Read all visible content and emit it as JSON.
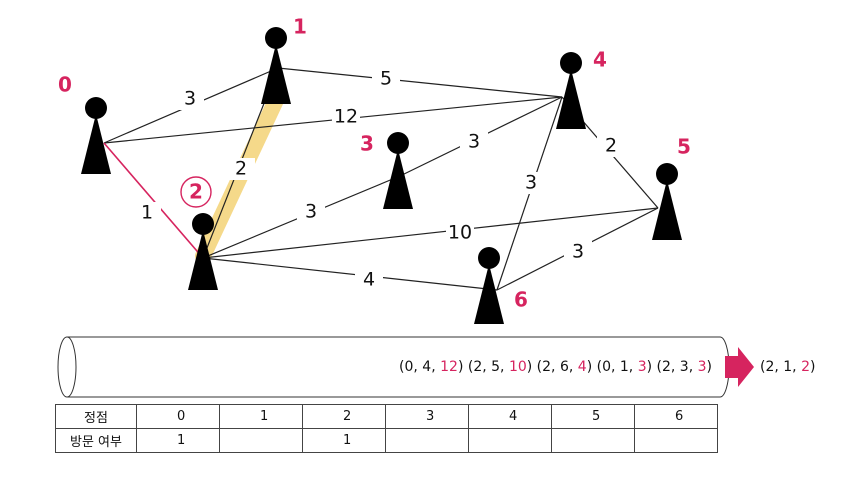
{
  "vertices": [
    {
      "id": "0",
      "label": "0"
    },
    {
      "id": "1",
      "label": "1"
    },
    {
      "id": "2",
      "label": "2"
    },
    {
      "id": "3",
      "label": "3"
    },
    {
      "id": "4",
      "label": "4"
    },
    {
      "id": "5",
      "label": "5"
    },
    {
      "id": "6",
      "label": "6"
    }
  ],
  "edges": [
    {
      "from": "0",
      "to": "1",
      "weight": "3"
    },
    {
      "from": "0",
      "to": "4",
      "weight": "12"
    },
    {
      "from": "0",
      "to": "2",
      "weight": "1",
      "highlight": "red"
    },
    {
      "from": "1",
      "to": "4",
      "weight": "5"
    },
    {
      "from": "1",
      "to": "2",
      "weight": "2",
      "highlight": "yellow"
    },
    {
      "from": "2",
      "to": "3",
      "weight": "3"
    },
    {
      "from": "2",
      "to": "5",
      "weight": "10"
    },
    {
      "from": "2",
      "to": "6",
      "weight": "4"
    },
    {
      "from": "3",
      "to": "4",
      "weight": "3"
    },
    {
      "from": "4",
      "to": "5",
      "weight": "2"
    },
    {
      "from": "4",
      "to": "6",
      "weight": "3"
    },
    {
      "from": "5",
      "to": "6",
      "weight": "3"
    }
  ],
  "current_vertex": "2",
  "queue": {
    "items": [
      {
        "a": "0",
        "b": "4",
        "w": "12"
      },
      {
        "a": "2",
        "b": "5",
        "w": "10"
      },
      {
        "a": "2",
        "b": "6",
        "w": "4"
      },
      {
        "a": "0",
        "b": "1",
        "w": "3"
      },
      {
        "a": "2",
        "b": "3",
        "w": "3"
      }
    ],
    "output": {
      "a": "2",
      "b": "1",
      "w": "2"
    }
  },
  "table": {
    "row1_header": "정점",
    "row2_header": "방문 여부",
    "vertices": [
      "0",
      "1",
      "2",
      "3",
      "4",
      "5",
      "6"
    ],
    "visited": [
      "1",
      "",
      "1",
      "",
      "",
      "",
      ""
    ]
  },
  "colors": {
    "accent": "#d6245f",
    "highlight": "#f5d98a",
    "pawn": "#000000"
  }
}
